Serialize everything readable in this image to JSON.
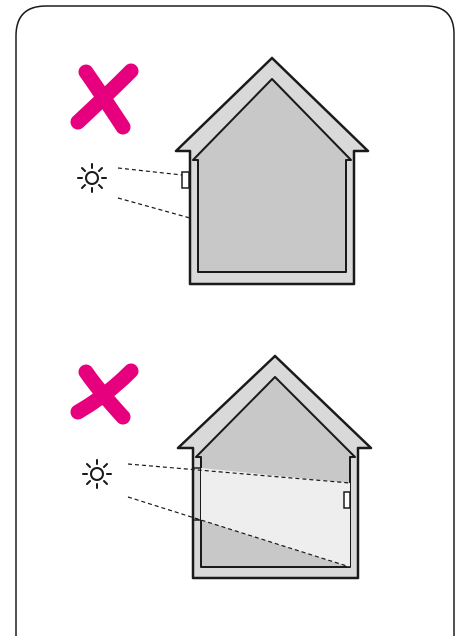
{
  "colors": {
    "background": "#ffffff",
    "card_border": "#1a1a1a",
    "house_outline": "#1a1a1a",
    "house_wall_fill": "#d9d9d9",
    "house_interior": "#c8c8c8",
    "light_zone": "#eeeeee",
    "cross_mark": "#e6007e",
    "sensor": "#ffffff",
    "line": "#1a1a1a"
  },
  "panels": [
    {
      "id": "wrong-placement-interior-wall",
      "cross_icon": "cross-icon",
      "sun_icon": "sun-icon",
      "sensor": "on-outer-wall-corner",
      "shows_light_beam_inside": false
    },
    {
      "id": "wrong-placement-opposite-wall",
      "cross_icon": "cross-icon",
      "sun_icon": "sun-icon",
      "sensor": "on-opposite-interior-wall",
      "shows_light_beam_inside": true
    }
  ]
}
